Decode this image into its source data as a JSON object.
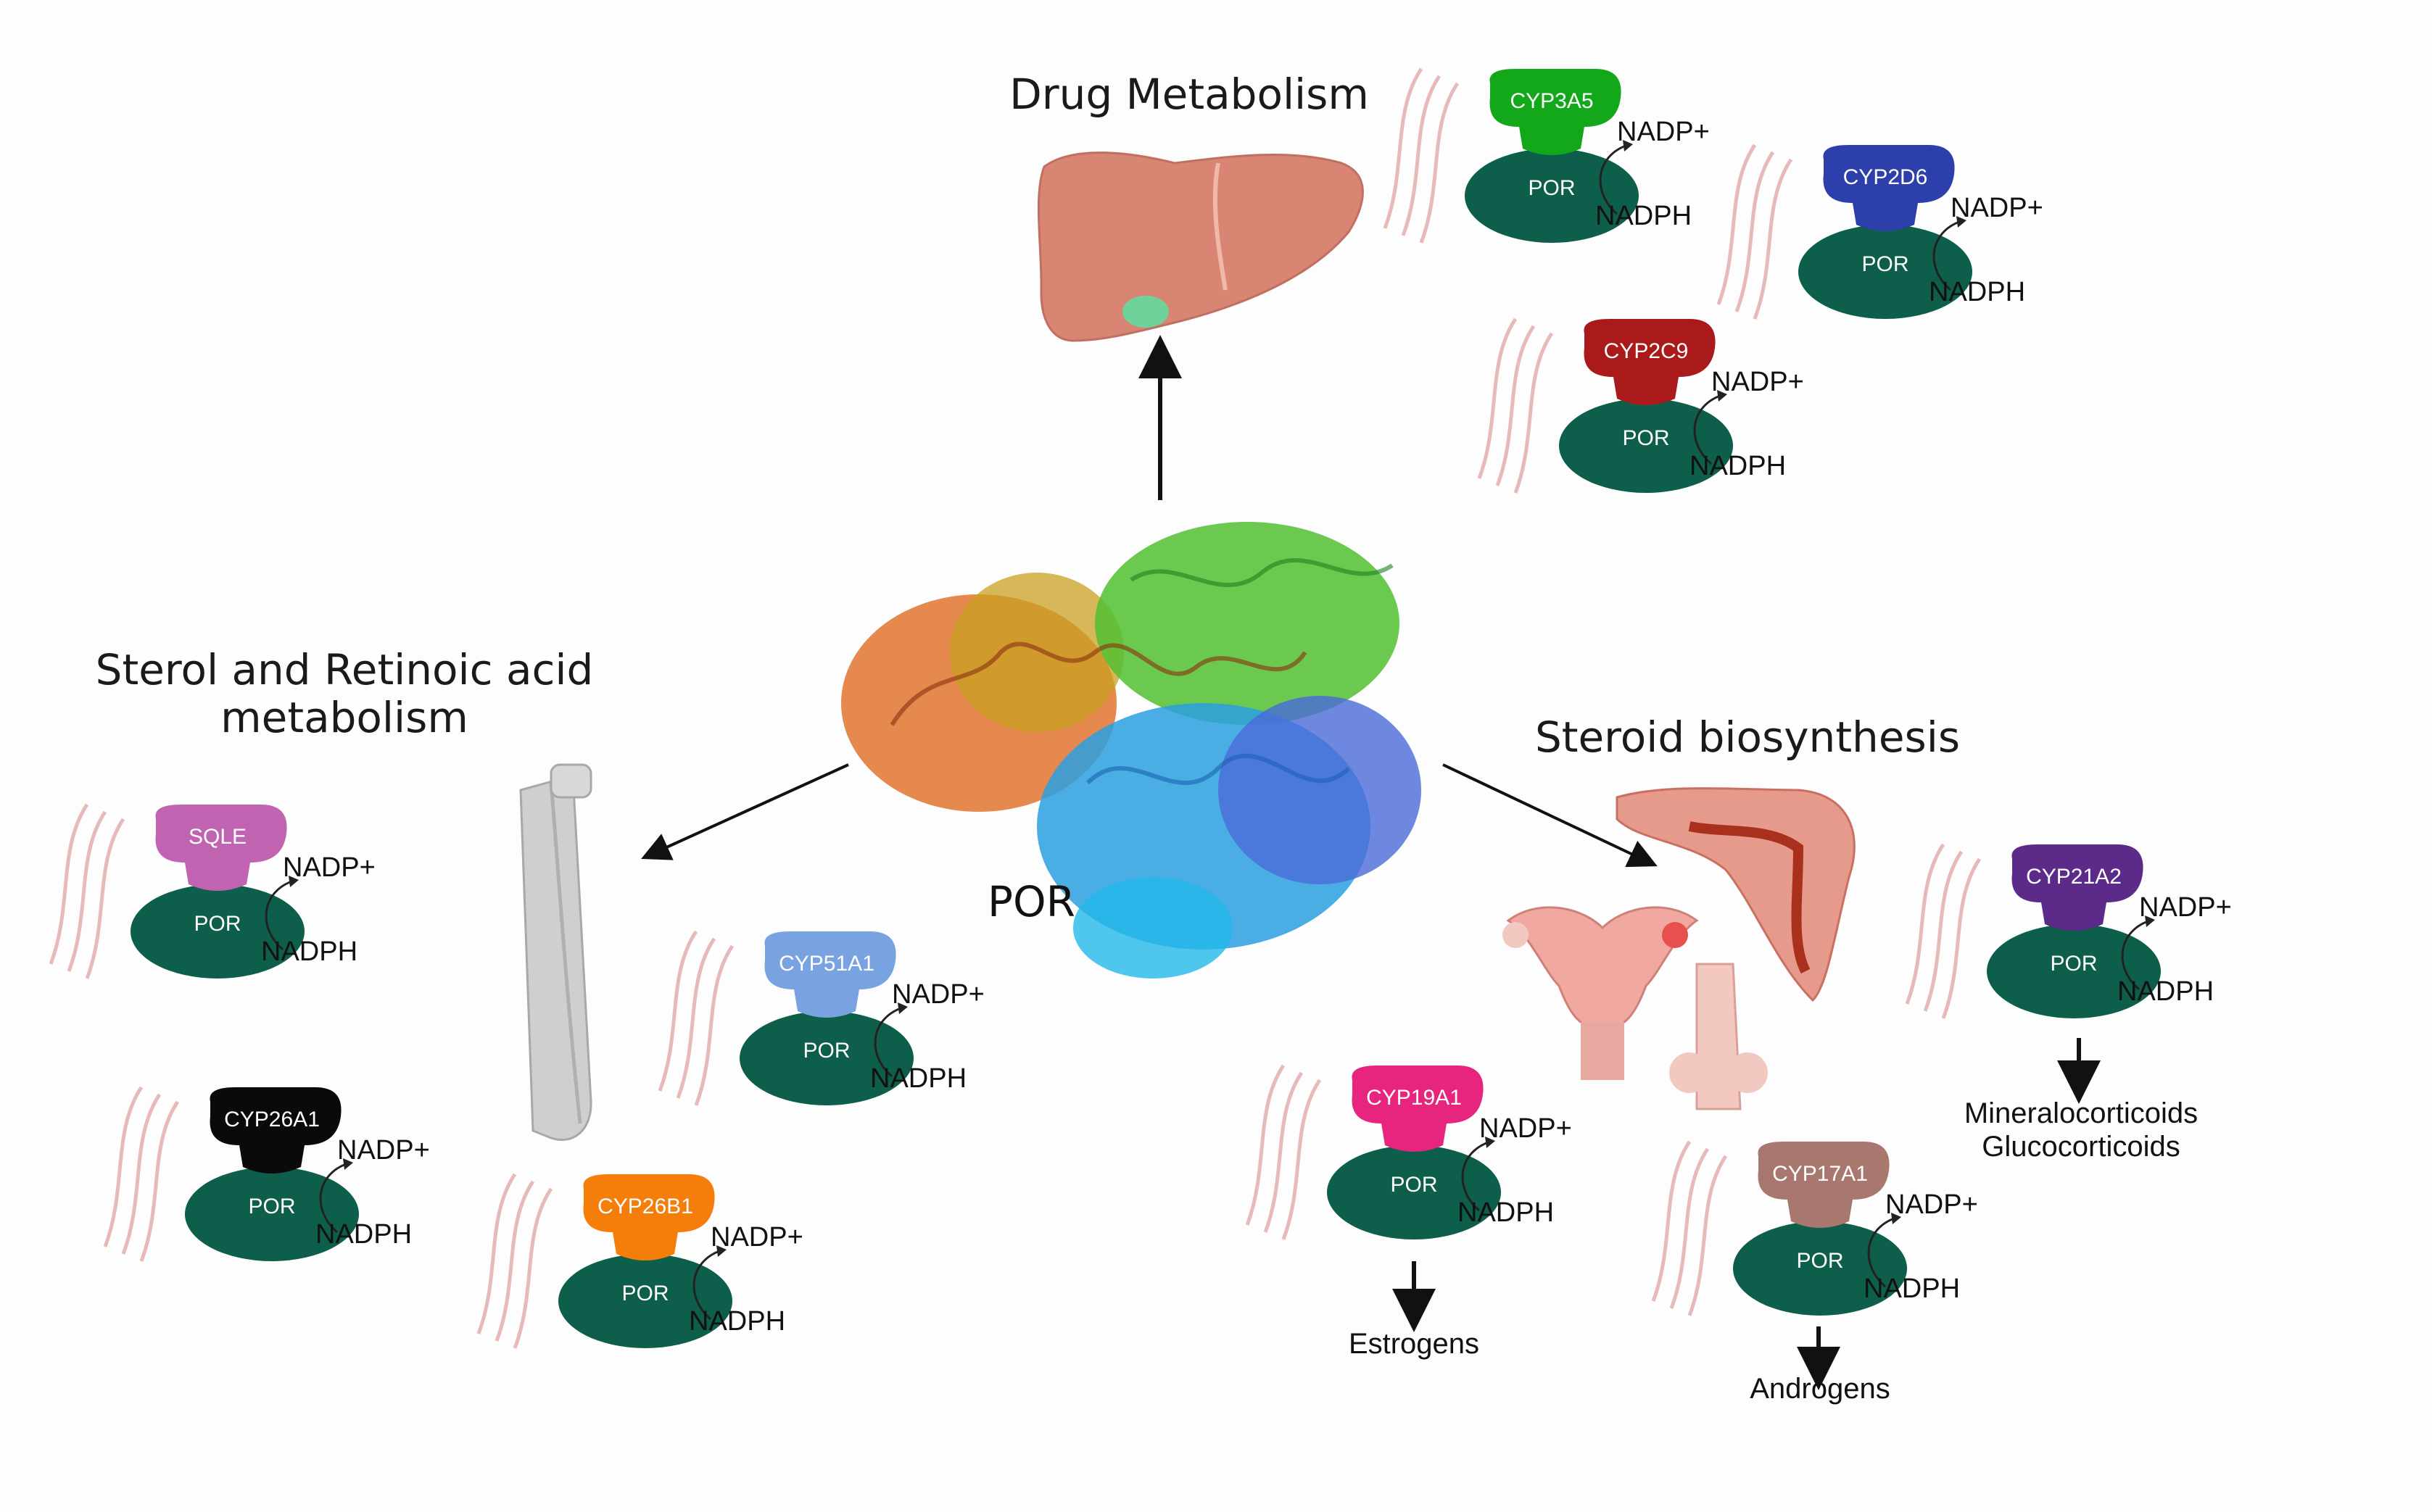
{
  "sections": {
    "drug": "Drug Metabolism",
    "sterol_line1": "Sterol and Retinoic acid",
    "sterol_line2": "metabolism",
    "steroid": "Steroid biosynthesis"
  },
  "center_label": "POR",
  "por_text": "POR",
  "nadp_plus": "NADP+",
  "nadph": "NADPH",
  "enzymes": {
    "cyp3a5": {
      "name": "CYP3A5",
      "color": "#12a81a"
    },
    "cyp2d6": {
      "name": "CYP2D6",
      "color": "#2c3faa"
    },
    "cyp2c9": {
      "name": "CYP2C9",
      "color": "#aa1a1a"
    },
    "sqle": {
      "name": "SQLE",
      "color": "#c064b2"
    },
    "cyp51a1": {
      "name": "CYP51A1",
      "color": "#78a2e0"
    },
    "cyp26a1": {
      "name": "CYP26A1",
      "color": "#0a0a0a"
    },
    "cyp26b1": {
      "name": "CYP26B1",
      "color": "#f57d0a"
    },
    "cyp19a1": {
      "name": "CYP19A1",
      "color": "#e8257e"
    },
    "cyp17a1": {
      "name": "CYP17A1",
      "color": "#a8786e"
    },
    "cyp21a2": {
      "name": "CYP21A2",
      "color": "#5c2a88"
    }
  },
  "products": {
    "estrogens": "Estrogens",
    "androgens": "Androgens",
    "mineralo": "Mineralocorticoids",
    "gluco": "Glucocorticoids"
  },
  "colors": {
    "por": "#0d5e4a",
    "er_membrane": "#e7b9b9",
    "liver": "#d98574",
    "bone": "#c8c8c8"
  }
}
